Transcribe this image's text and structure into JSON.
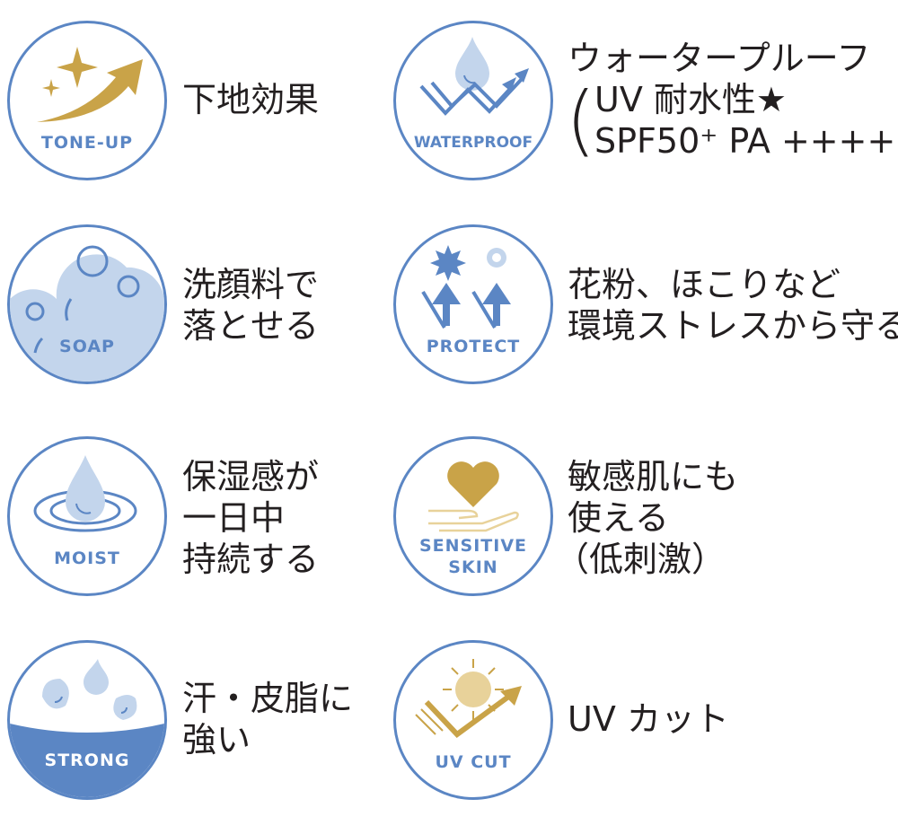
{
  "colors": {
    "border": "#5b86c4",
    "gold": "#c9a348",
    "light_blue": "#c3d5ec",
    "text": "#231f20",
    "strong_blue": "#5b86c4"
  },
  "features": {
    "tone_up": {
      "badge": "TONE-UP",
      "icon": "sparkle-arrow-icon",
      "lines": [
        "下地効果"
      ]
    },
    "waterproof": {
      "badge": "WATERPROOF",
      "icon": "water-drop-arrow-icon",
      "line1": "ウォータープルーフ",
      "line2": "UV 耐水性★",
      "line3": "SPF50⁺ PA ++++"
    },
    "soap": {
      "badge": "SOAP",
      "icon": "bubbles-icon",
      "lines": [
        "洗顔料で",
        "落とせる"
      ]
    },
    "protect": {
      "badge": "PROTECT",
      "icon": "shield-arrows-icon",
      "lines": [
        "花粉、ほこりなど",
        "環境ストレスから守る"
      ]
    },
    "moist": {
      "badge": "MOIST",
      "icon": "drop-ripple-icon",
      "lines": [
        "保湿感が",
        "一日中",
        "持続する"
      ]
    },
    "sensitive": {
      "badge_line1": "SENSITIVE",
      "badge_line2": "SKIN",
      "icon": "heart-hand-icon",
      "lines": [
        "敏感肌にも",
        "使える",
        "（低刺激）"
      ]
    },
    "strong": {
      "badge": "STRONG",
      "icon": "splash-icon",
      "lines": [
        "汗・皮脂に",
        "強い"
      ]
    },
    "uv_cut": {
      "badge": "UV CUT",
      "icon": "sun-arrow-icon",
      "lines": [
        "UV カット"
      ]
    }
  }
}
